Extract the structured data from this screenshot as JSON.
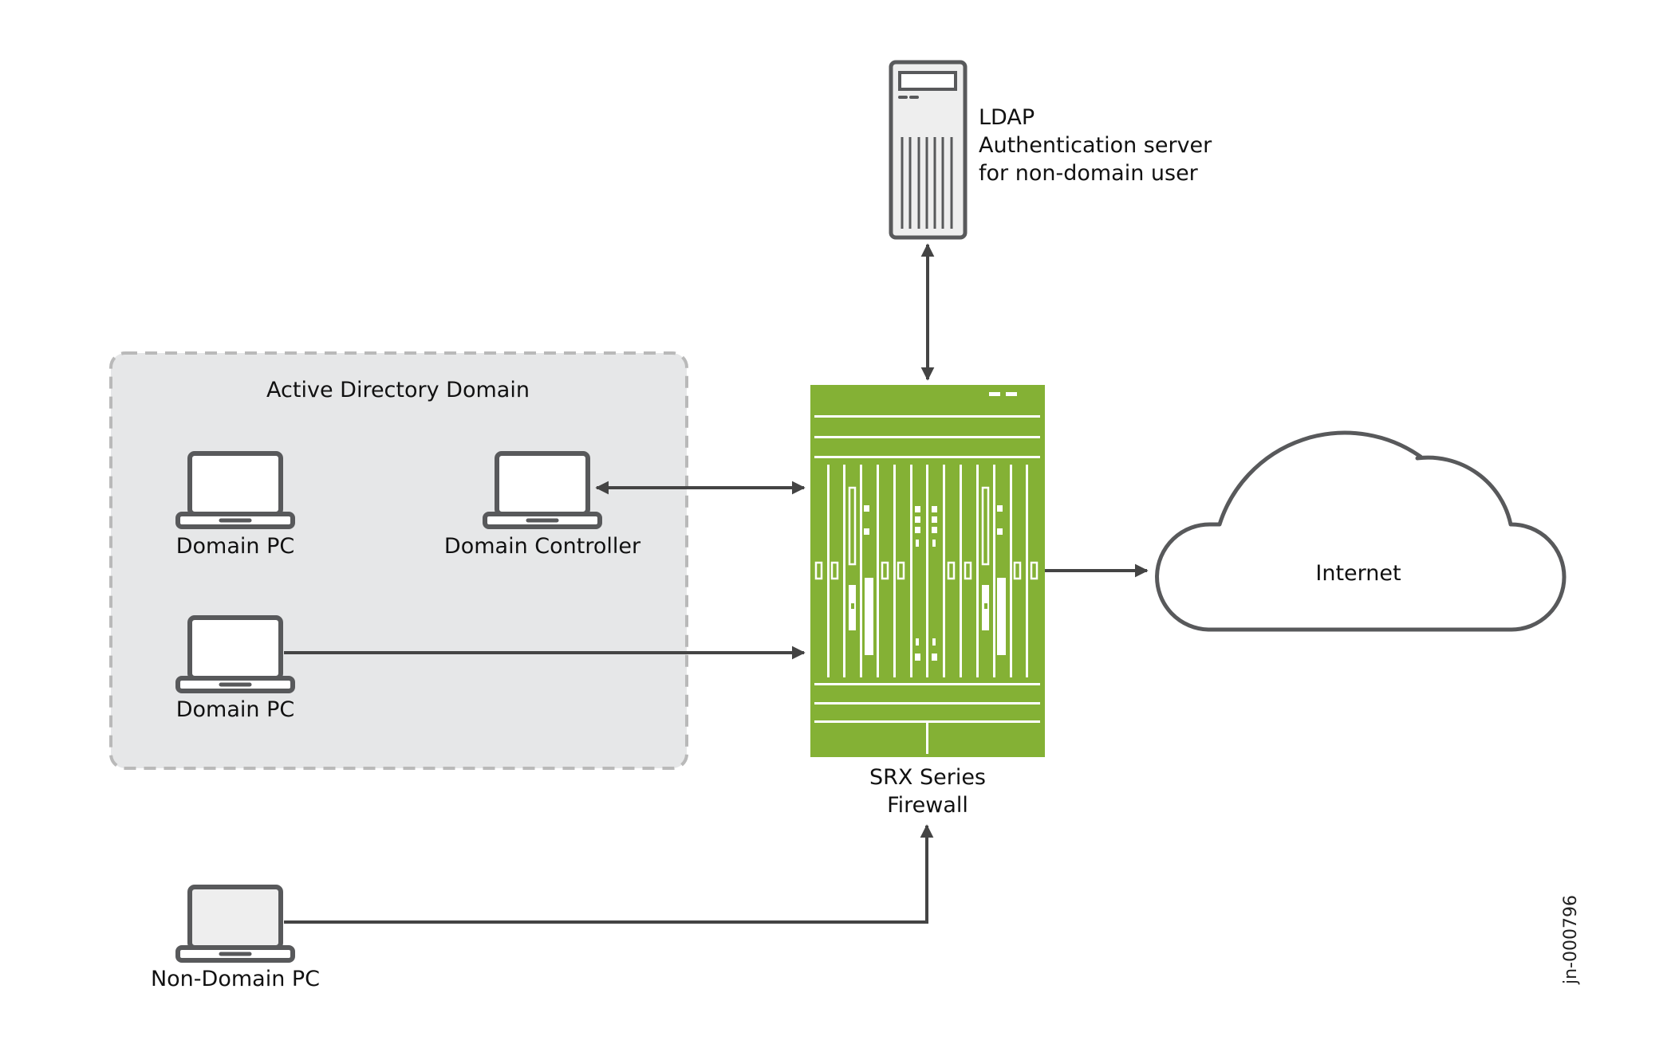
{
  "diagram": {
    "domain_group": {
      "title": "Active Directory Domain",
      "fill": "#e6e7e8",
      "border": "#b9b9b9"
    },
    "nodes": {
      "domain_pc_1": {
        "label": "Domain PC",
        "icon": "laptop-icon"
      },
      "domain_controller": {
        "label": "Domain Controller",
        "icon": "laptop-icon"
      },
      "domain_pc_2": {
        "label": "Domain PC",
        "icon": "laptop-icon"
      },
      "non_domain_pc": {
        "label": "Non-Domain PC",
        "icon": "laptop-icon"
      },
      "ldap_server": {
        "label_lines": [
          "LDAP",
          "Authentication server",
          "for non-domain user"
        ],
        "icon": "server-tower-icon"
      },
      "firewall": {
        "label_lines": [
          "SRX Series",
          "Firewall"
        ],
        "icon": "firewall-chassis-icon",
        "color": "#84b135"
      },
      "internet": {
        "label": "Internet",
        "icon": "cloud-icon"
      }
    },
    "connections": [
      {
        "from": "domain_controller",
        "to": "firewall",
        "direction": "bidirectional"
      },
      {
        "from": "domain_pc_2",
        "to": "firewall",
        "direction": "forward"
      },
      {
        "from": "ldap_server",
        "to": "firewall",
        "direction": "bidirectional"
      },
      {
        "from": "firewall",
        "to": "internet",
        "direction": "forward"
      },
      {
        "from": "non_domain_pc",
        "to": "firewall",
        "direction": "forward"
      }
    ],
    "colors": {
      "line": "#444444",
      "icon_stroke": "#58595b",
      "non_domain_screen": "#eeeeee"
    },
    "doc_id": "jn-000796"
  }
}
